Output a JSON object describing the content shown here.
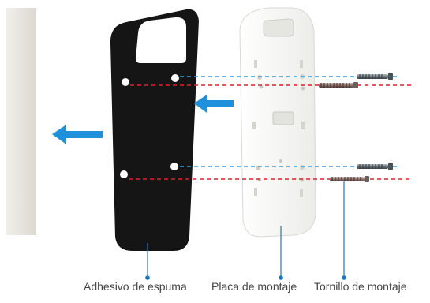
{
  "labels": {
    "foam_adhesive": "Adhesivo de espuma",
    "mounting_plate": "Placa de montaje",
    "mounting_screw": "Tornillo de montaje"
  },
  "colors": {
    "arrow": "#1e90dc",
    "guide_blue": "#3a9ad9",
    "guide_red": "#e0202a",
    "callout": "#1e78c8",
    "foam": "#151515",
    "plate": "#f2f2ee",
    "wall": "#e9e4df",
    "label_text": "#444444"
  },
  "icons": {
    "direction_arrow": "arrow-left-icon",
    "screw": "screw-icon"
  }
}
